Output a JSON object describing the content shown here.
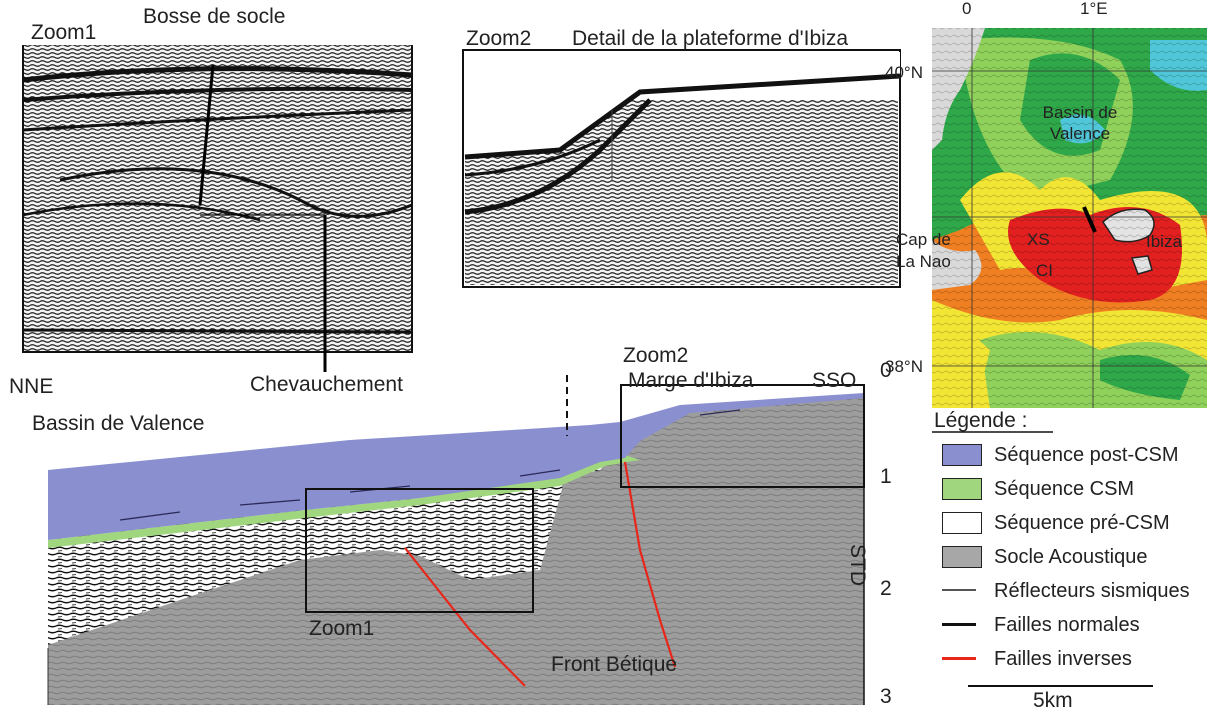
{
  "zoom1_panel": {
    "title": "Zoom1",
    "annot_bosse": "Bosse de socle",
    "annot_chevauchement": "Chevauchement"
  },
  "zoom2_panel": {
    "title": "Zoom2",
    "subtitle": "Detail de la plateforme d'Ibiza"
  },
  "map": {
    "lon_ticks": [
      "0",
      "1°E"
    ],
    "lat_ticks": [
      "40°N",
      "38°N"
    ],
    "labels": {
      "bassin": "Bassin de\nValence",
      "cap_line1": "Cap de",
      "cap_line2": "La Nao",
      "xs": "XS",
      "ci": "CI",
      "ibiza": "Ibiza"
    },
    "colors": {
      "deep_green": "#2fa84a",
      "light_green": "#8fd15a",
      "yellow": "#f2e534",
      "orange": "#f07f22",
      "red": "#e22020",
      "cyan": "#4fc7d9",
      "land": "#d9d9d9"
    }
  },
  "section": {
    "label_nne": "NNE",
    "label_sso": "SSO",
    "label_bassin": "Bassin de Valence",
    "label_marge": "Marge d'Ibiza",
    "label_zoom2": "Zoom2",
    "label_zoom1": "Zoom1",
    "label_front": "Front Bétique",
    "axis_ticks": [
      "0",
      "1",
      "2",
      "3"
    ],
    "axis_label": "STD",
    "colors": {
      "post_csm": "#8a8fcf",
      "csm": "#9fd67e",
      "socle": "#9b9b9b",
      "faults_inverse": "#e8261a"
    }
  },
  "legend": {
    "title": "Légende :",
    "items": [
      {
        "label": "Séquence post-CSM",
        "symbol": "fill",
        "color": "#8a8fcf"
      },
      {
        "label": "Séquence CSM",
        "symbol": "fill",
        "color": "#9fd67e"
      },
      {
        "label": "Séquence pré-CSM",
        "symbol": "fill",
        "color": "#ffffff"
      },
      {
        "label": "Socle Acoustique",
        "symbol": "fill",
        "color": "#a7a7a7"
      },
      {
        "label": "Réflecteurs sismiques",
        "symbol": "line",
        "color": "#555555"
      },
      {
        "label": "Failles normales",
        "symbol": "line",
        "color": "#111111"
      },
      {
        "label": "Failles inverses",
        "symbol": "line",
        "color": "#e8261a"
      }
    ],
    "scale_label": "5km"
  }
}
